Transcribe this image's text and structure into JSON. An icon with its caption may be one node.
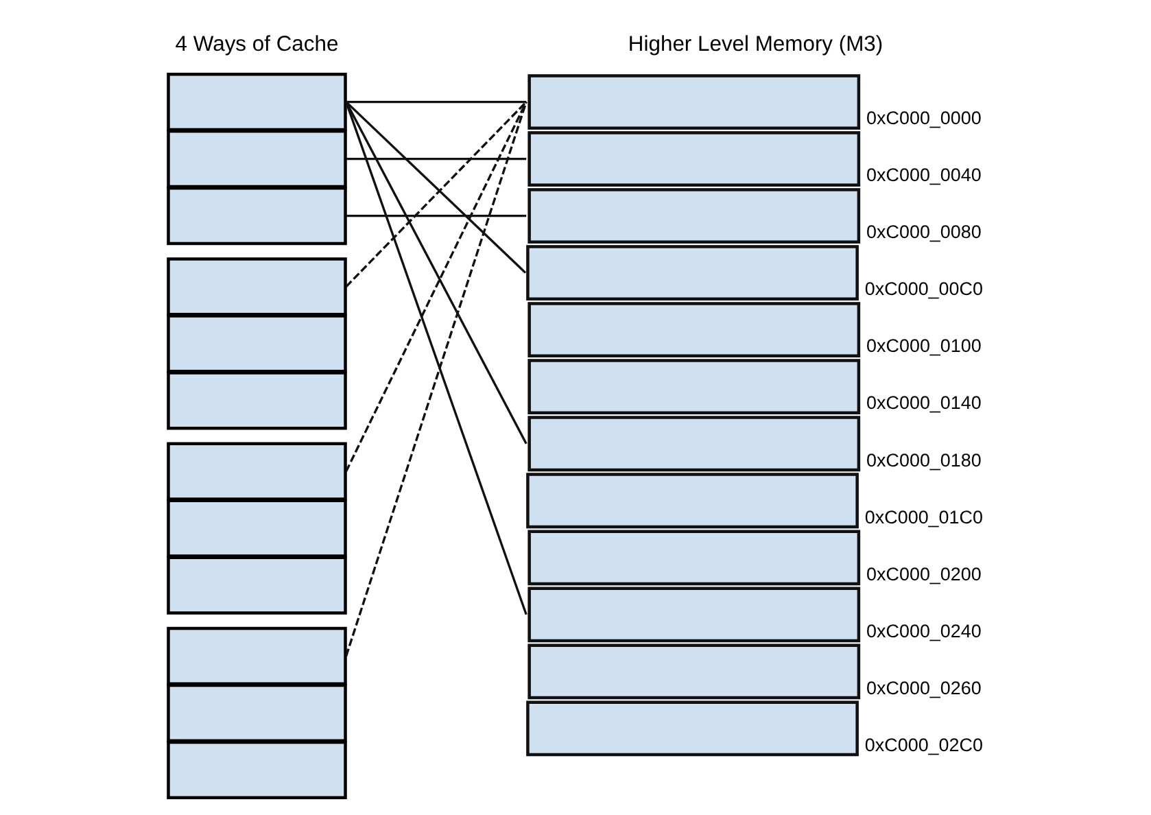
{
  "diagram": {
    "nodes": [
      {
        "text": [],
        "shape": "box"
      },
      {
        "text": [],
        "shape": "box"
      },
      {
        "text": [],
        "shape": "box"
      },
      {
        "text": [],
        "shape": "box"
      },
      {
        "text": [],
        "shape": "box"
      },
      {
        "text": [],
        "shape": "box"
      },
      {
        "text": [],
        "shape": "box"
      },
      {
        "text": [],
        "shape": "box"
      },
      {
        "text": [],
        "shape": "box"
      },
      {
        "text": [],
        "shape": "box"
      },
      {
        "text": [],
        "shape": "box"
      },
      {
        "text": [],
        "shape": "box"
      },
      {
        "text": [],
        "shape": "box",
        "beside": [
          "0xC000_0000"
        ]
      },
      {
        "text": [],
        "shape": "box",
        "beside": [
          "0xC000_0040"
        ]
      },
      {
        "text": [],
        "shape": "box",
        "beside": [
          "0xC000_0080"
        ]
      },
      {
        "text": [],
        "shape": "box",
        "beside": [
          "0xC000_00C0"
        ]
      },
      {
        "text": [],
        "shape": "box",
        "beside": [
          "0xC000_0100"
        ]
      },
      {
        "text": [],
        "shape": "box",
        "beside": [
          "0xC000_0140"
        ]
      },
      {
        "text": [],
        "shape": "box",
        "beside": [
          "0xC000_0180"
        ]
      },
      {
        "text": [],
        "shape": "box",
        "beside": [
          "0xC000_01C0"
        ]
      },
      {
        "text": [],
        "shape": "box",
        "beside": [
          "0xC000_0200"
        ]
      },
      {
        "text": [],
        "shape": "box",
        "beside": [
          "0xC000_0240"
        ]
      },
      {
        "text": [],
        "shape": "box",
        "beside": [
          "0xC000_0260"
        ]
      },
      {
        "text": [],
        "shape": "box",
        "beside": [
          "0xC000_02C0"
        ]
      }
    ],
    "edges": [
      {
        "from": 0,
        "to": 12,
        "arrow": "none"
      },
      {
        "from": 1,
        "to": 13,
        "arrow": "none"
      },
      {
        "from": 2,
        "to": 14,
        "arrow": "none"
      },
      {
        "from": 0,
        "to": 15,
        "arrow": "none"
      },
      {
        "from": 0,
        "to": 18,
        "arrow": "none"
      },
      {
        "from": 0,
        "to": 21,
        "arrow": "none"
      },
      {
        "from": 3,
        "to": 12,
        "arrow": "none",
        "style": "dashed"
      },
      {
        "from": 6,
        "to": 12,
        "arrow": "none",
        "style": "dashed"
      },
      {
        "from": 9,
        "to": 12,
        "arrow": "none",
        "style": "dashed"
      }
    ],
    "labels": [
      "4 Ways of Cache",
      "Higher Level Memory (M3)"
    ]
  }
}
